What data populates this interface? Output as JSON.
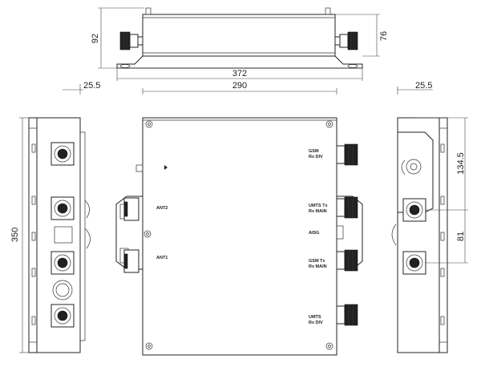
{
  "dimensions": {
    "overall_width_top": "372",
    "body_width": "290",
    "height_outer": "92",
    "height_inner": "76",
    "side_height": "350",
    "flange_left": "25.5",
    "flange_right": "25.5",
    "hole_pitch_upper": "134.5",
    "hole_pitch_lower": "81"
  },
  "port_labels": {
    "gsm_rx_div": [
      "GSM",
      "Rx DIV"
    ],
    "ant2": "ANT2",
    "umts_tx_rx_main": [
      "UMTS Tx",
      "Rx MAIN"
    ],
    "aisg": "AISG",
    "ant1": "ANT1",
    "gsm_tx_rx_main": [
      "GSM Tx",
      "Rx MAIN"
    ],
    "umts_rx_div": [
      "UMTS",
      "Rx DIV"
    ]
  }
}
